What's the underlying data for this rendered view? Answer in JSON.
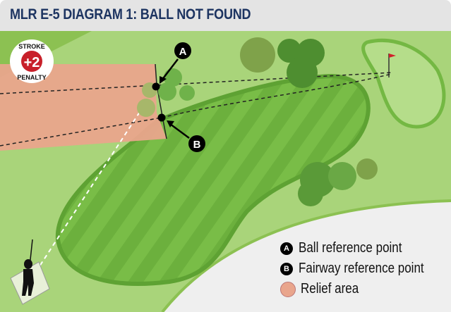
{
  "title": "MLR E-5 DIAGRAM 1:  BALL NOT FOUND",
  "penalty_badge": {
    "top": "STROKE",
    "value": "+2",
    "bottom": "PENALTY"
  },
  "markers": {
    "a": "A",
    "b": "B"
  },
  "legend": [
    {
      "marker": "A",
      "label": "Ball reference point"
    },
    {
      "marker": "B",
      "label": "Fairway reference point"
    },
    {
      "marker": "",
      "label": "Relief area"
    }
  ],
  "colors": {
    "title": "#1d3461",
    "relief": "#e9a58c",
    "rough_dark": "#8cc152",
    "rough_light": "#a9d47a",
    "fairway": "#74b843",
    "flag": "#d0202a"
  }
}
